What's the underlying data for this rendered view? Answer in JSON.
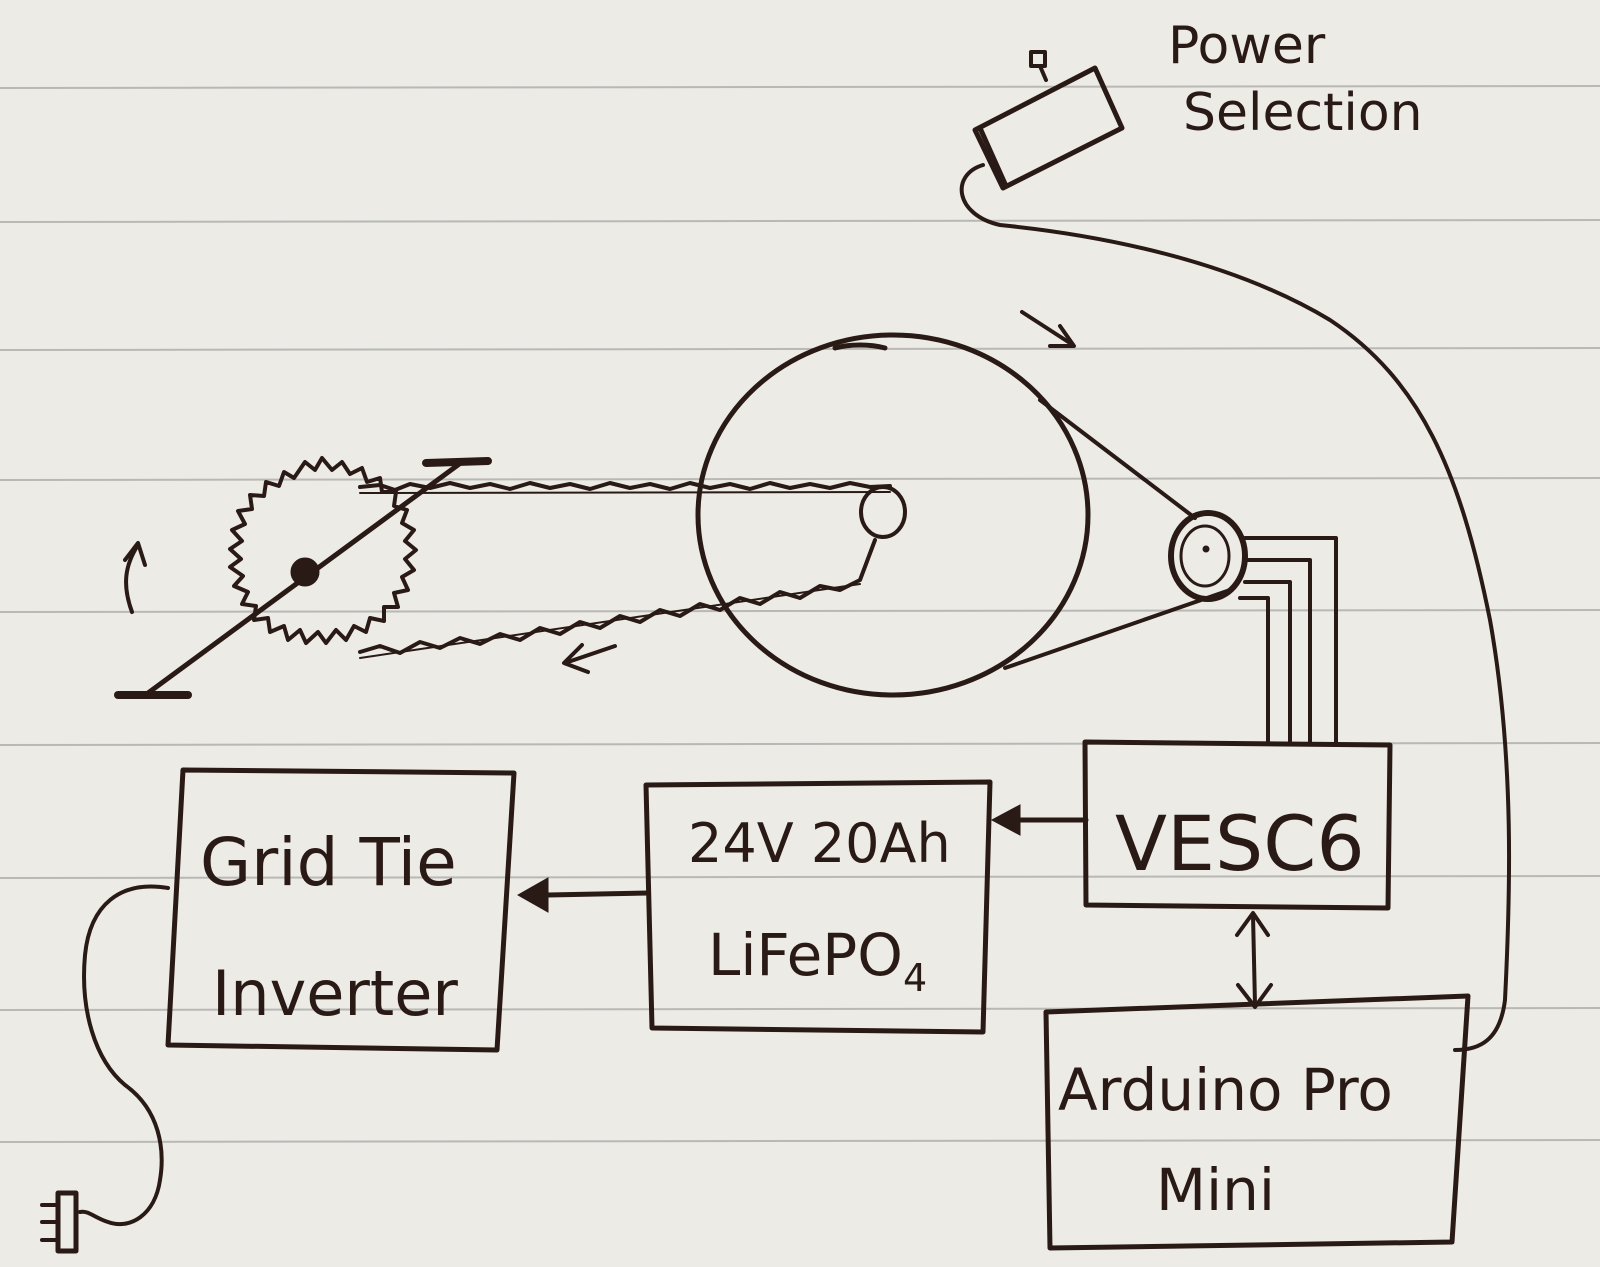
{
  "labels": {
    "power_selection_line1": "Power",
    "power_selection_line2": "Selection",
    "grid_tie_line1": "Grid Tie",
    "grid_tie_line2": "Inverter",
    "battery_line1": "24V 20Ah",
    "battery_line2_main": "LiFePO",
    "battery_line2_sub": "4",
    "vesc": "VESC6",
    "arduino_line1": "Arduino Pro",
    "arduino_line2": "Mini"
  },
  "colors": {
    "paper": "#ecebe6",
    "ink": "#2a1a16",
    "rule": "#b9b8b4"
  },
  "icons": {
    "plug": "power-plug-icon",
    "switch": "rocker-switch-icon"
  }
}
